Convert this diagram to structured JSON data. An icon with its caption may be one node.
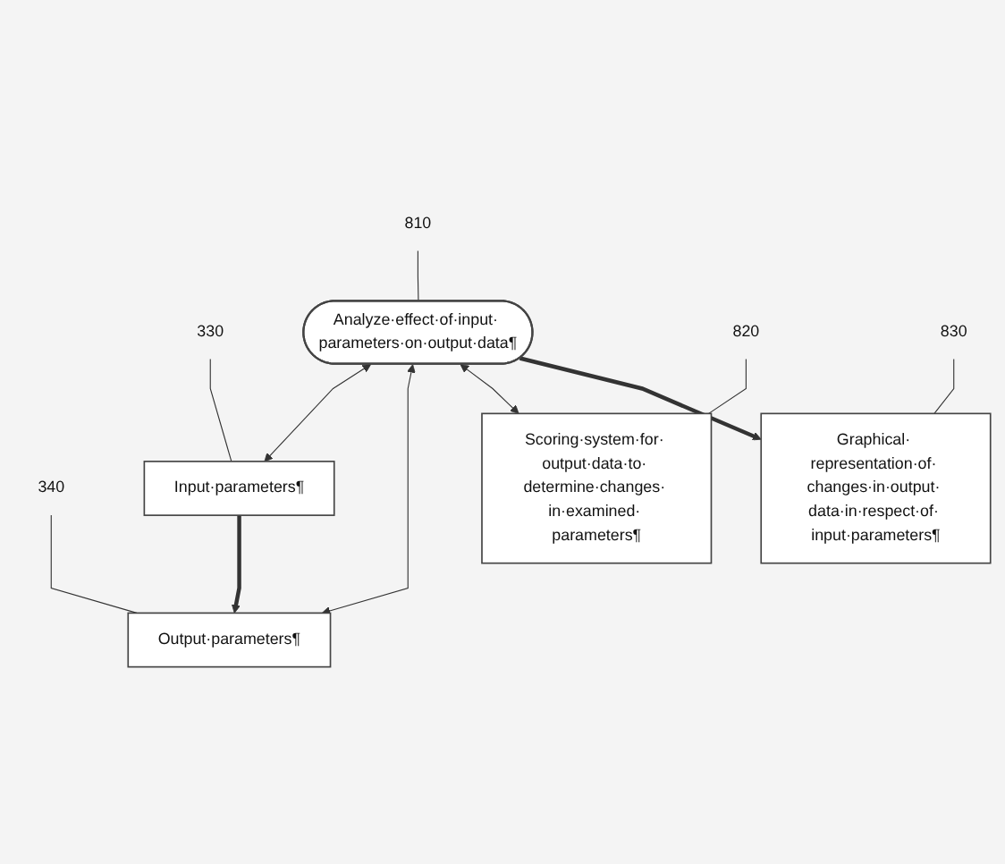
{
  "diagram": {
    "nodes": [
      {
        "text": [
          "330"
        ]
      },
      {
        "text": [
          "340"
        ]
      },
      {
        "text": [
          "Input·parameters¶"
        ]
      },
      {
        "text": [
          "Output·parameters¶"
        ]
      },
      {
        "text": [
          "810"
        ]
      },
      {
        "text": [
          "Analyze·effect·of·input· parameters·on·output·data¶"
        ]
      },
      {
        "text": [
          "820"
        ]
      },
      {
        "text": [
          "830"
        ]
      },
      {
        "text": [
          "Graphical· representation·of· changes·in·output· data·in·respect·of· input·parameters¶"
        ]
      },
      {
        "text": [
          "Scoring·system·for· output·data·to· determine·changes· in·examined· parameters¶"
        ]
      }
    ],
    "edges": [
      {
        "from": 0,
        "to": 2,
        "arrow": "none"
      },
      {
        "from": 1,
        "to": 3,
        "arrow": "none"
      },
      {
        "from": 2,
        "to": 3,
        "arrow": "to",
        "style": "thick"
      },
      {
        "from": 5,
        "to": 2,
        "arrow": "both"
      },
      {
        "from": 5,
        "to": 3,
        "arrow": "both"
      },
      {
        "from": 4,
        "to": 5,
        "arrow": "none"
      },
      {
        "from": 5,
        "to": 9,
        "arrow": "both"
      },
      {
        "from": 6,
        "to": 9,
        "arrow": "none"
      },
      {
        "from": 5,
        "to": 8,
        "arrow": "to",
        "style": "thick"
      },
      {
        "from": 7,
        "to": 8,
        "arrow": "none"
      }
    ]
  }
}
